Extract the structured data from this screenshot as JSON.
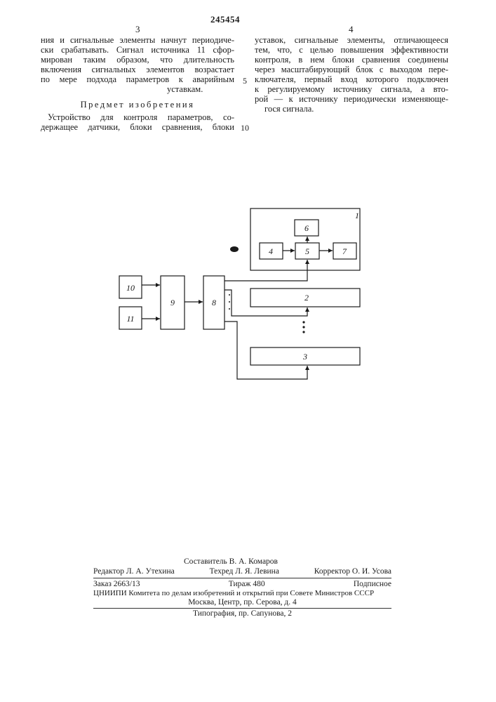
{
  "header": {
    "patent_number": "245454",
    "left_col_number": "3",
    "right_col_number": "4"
  },
  "left_column": {
    "lines_top": [
      "ния и сигнальные элементы начнут периодиче-",
      "ски срабатывать. Сигнал источника 11 сфор-",
      "мирован таким образом, что длительность",
      "включения сигнальных элементов возрастает",
      "по мере подхода параметров к аварийным",
      "уставкам."
    ],
    "heading": "Предмет изобретения",
    "lines_bottom": [
      "Устройство для контроля параметров, со-",
      "держащее датчики, блоки сравнения, блоки"
    ]
  },
  "right_column": {
    "lines": [
      "уставок, сигнальные элементы, отличающееся",
      "тем, что, с целью повышения эффективности",
      "контроля, в нем блоки сравнения соединены",
      "через масштабирующий блок с выходом пере-",
      "ключателя, первый вход которого подключен",
      "к регулируемому источнику сигнала, а вто-",
      "рой — к источнику периодически изменяюще-",
      "гося сигнала."
    ]
  },
  "line_numbers": {
    "five": "5",
    "ten": "10"
  },
  "diagram": {
    "blocks": {
      "b1": "1",
      "b2": "2",
      "b3": "3",
      "b4": "4",
      "b5": "5",
      "b6": "6",
      "b7": "7",
      "b8": "8",
      "b9": "9",
      "b10": "10",
      "b11": "11"
    }
  },
  "colophon": {
    "compiler": "Составитель В. А. Комаров",
    "editor": "Редактор Л. А. Утехина",
    "techred": "Техред Л. Я. Левина",
    "corrector": "Корректор О. И. Усова",
    "order": "Заказ 2663/13",
    "circulation": "Тираж 480",
    "subscription": "Подписное",
    "org_line1": "ЦНИИПИ Комитета по делам изобретений и открытий при Совете Министров СССР",
    "org_line2": "Москва, Центр, пр. Серова, д. 4",
    "printing": "Типография, пр. Сапунова, 2"
  }
}
